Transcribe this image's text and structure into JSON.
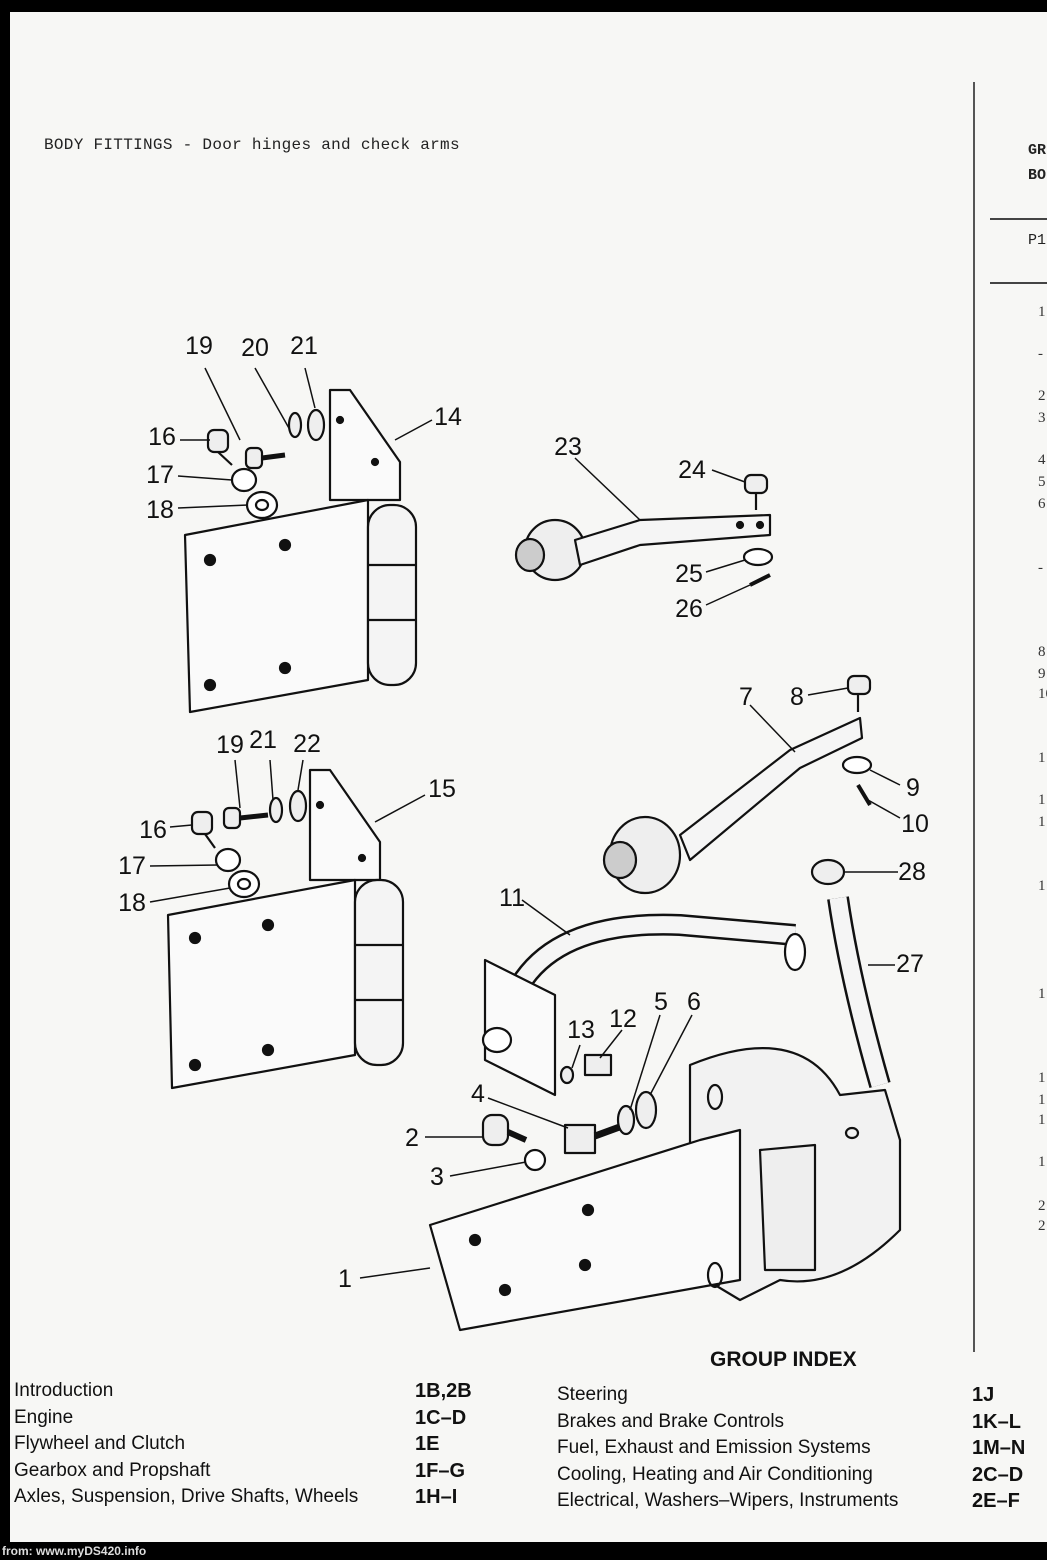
{
  "header": {
    "title": "BODY FITTINGS - Door hinges and check arms"
  },
  "right_panel": {
    "heading_line1": "GR",
    "heading_line2": "BO",
    "column_label": "P1",
    "fragments": [
      "1",
      "-",
      "2",
      "3",
      "4",
      "5",
      "6",
      "-",
      "8",
      "9",
      "10",
      "1",
      "1",
      "1",
      "1",
      "1",
      "1",
      "1",
      "1",
      "1",
      "2",
      "2"
    ]
  },
  "callouts": [
    "1",
    "2",
    "3",
    "4",
    "5",
    "6",
    "7",
    "8",
    "9",
    "10",
    "11",
    "12",
    "13",
    "14",
    "15",
    "16",
    "17",
    "18",
    "19",
    "20",
    "21",
    "22",
    "23",
    "24",
    "25",
    "26",
    "27",
    "28"
  ],
  "callouts_lower_hinge": {
    "n16": "16",
    "n17": "17",
    "n18": "18",
    "n19": "19",
    "n21": "21"
  },
  "group_index": {
    "title": "GROUP INDEX",
    "left": [
      {
        "label": "Introduction",
        "code": "1B,2B"
      },
      {
        "label": "Engine",
        "code": "1C–D"
      },
      {
        "label": "Flywheel and Clutch",
        "code": "1E"
      },
      {
        "label": "Gearbox and Propshaft",
        "code": "1F–G"
      },
      {
        "label": "Axles, Suspension, Drive Shafts, Wheels",
        "code": "1H–I"
      }
    ],
    "right": [
      {
        "label": "Steering",
        "code": "1J"
      },
      {
        "label": "Brakes and Brake Controls",
        "code": "1K–L"
      },
      {
        "label": "Fuel, Exhaust and Emission Systems",
        "code": "1M–N"
      },
      {
        "label": "Cooling, Heating and Air Conditioning",
        "code": "2C–D"
      },
      {
        "label": "Electrical, Washers–Wipers, Instruments",
        "code": "2E–F"
      }
    ]
  },
  "footer": {
    "source": "from: www.myDS420.info"
  }
}
